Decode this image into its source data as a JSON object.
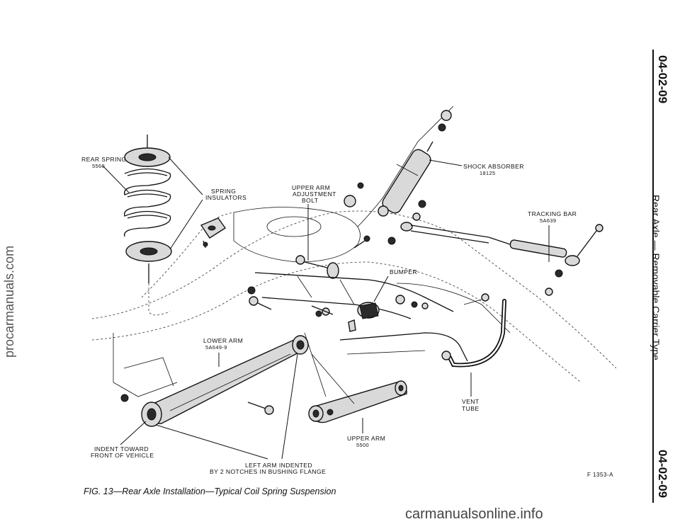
{
  "page": {
    "page_number_top": "04-02-09",
    "page_number_bottom": "04-02-09",
    "section_title": "Rear Axle — Removable Carrier Type",
    "watermark_left": "procarmanuals.com",
    "watermark_bottom": "carmanualsonline.info",
    "fig_code": "F 1353-A"
  },
  "caption": {
    "fig_label": "FIG. 13",
    "text": "—Rear Axle Installation—Typical Coil Spring Suspension"
  },
  "labels": {
    "rear_spring": {
      "name": "REAR SPRING",
      "part_no": "5560"
    },
    "spring_insulators": {
      "line1": "SPRING",
      "line2": "INSULATORS"
    },
    "upper_arm_bolt": {
      "line1": "UPPER ARM",
      "line2": "ADJUSTMENT",
      "line3": "BOLT"
    },
    "shock_absorber": {
      "name": "SHOCK ABSORBER",
      "part_no": "18125"
    },
    "tracking_bar": {
      "name": "TRACKING BAR",
      "part_no": "5A639"
    },
    "bumper": {
      "name": "BUMPER"
    },
    "lower_arm": {
      "name": "LOWER ARM",
      "part_no": "5A649-9"
    },
    "vent_tube": {
      "line1": "VENT",
      "line2": "TUBE"
    },
    "upper_arm": {
      "name": "UPPER ARM",
      "part_no": "5500"
    },
    "indent_toward": {
      "line1": "INDENT TOWARD",
      "line2": "FRONT OF VEHICLE"
    },
    "left_arm_indented": {
      "line1": "LEFT ARM INDENTED",
      "line2": "BY 2 NOTCHES IN BUSHING FLANGE"
    }
  }
}
